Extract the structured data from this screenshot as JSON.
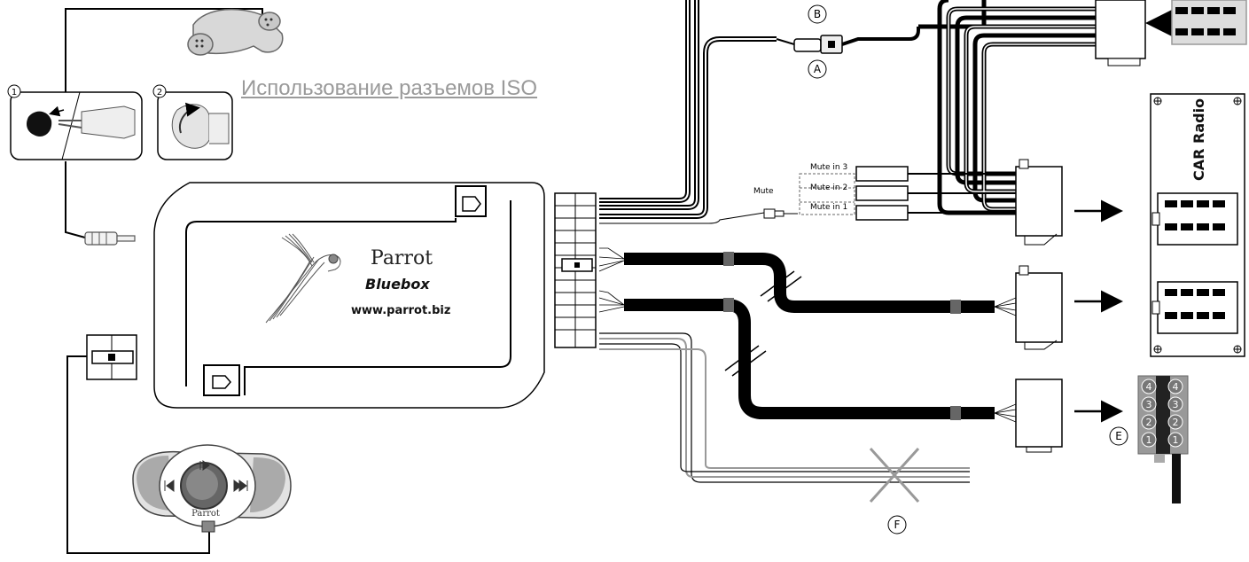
{
  "iso_link": "Использование разъемов ISO",
  "bluebox": {
    "brand": "Parrot",
    "model": "Bluebox",
    "url": "www.parrot.biz"
  },
  "remote": {
    "brand": "Parrot"
  },
  "car_radio": {
    "label": "CAR Radio"
  },
  "mute": {
    "label": "Mute",
    "inputs": [
      "Mute in 3",
      "Mute in 2",
      "Mute in 1"
    ]
  },
  "callouts": {
    "a": "A",
    "b": "B",
    "e": "E",
    "f": "F",
    "step1": "1",
    "step2": "2"
  },
  "pins": {
    "left": [
      "4",
      "3",
      "2",
      "1"
    ],
    "right": [
      "4",
      "3",
      "2",
      "1"
    ]
  }
}
